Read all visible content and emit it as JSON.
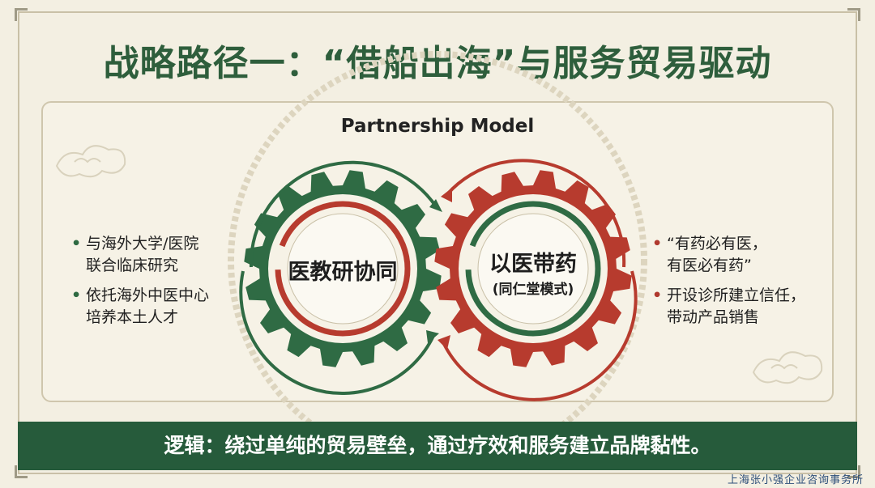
{
  "slide": {
    "title": "战略路径一：“借船出海”与服务贸易驱动",
    "subtitle": "Partnership Model"
  },
  "gears": {
    "left": {
      "label": "医教研协同",
      "color": "#2f6b44"
    },
    "right": {
      "label": "以医带药",
      "sublabel": "(同仁堂模式)",
      "color": "#b73b2e"
    }
  },
  "left_bullets": [
    {
      "text": "与海外大学/医院\n联合临床研究"
    },
    {
      "text": "依托海外中医中心\n培养本土人才"
    }
  ],
  "right_bullets": [
    {
      "text": "“有药必有医，\n有医必有药”"
    },
    {
      "text": "开设诊所建立信任，\n带动产品销售"
    }
  ],
  "banner": {
    "text": "逻辑：绕过单纯的贸易壁垒，通过疗效和服务建立品牌黏性。"
  },
  "watermark": "上海张小强企业咨询事务所",
  "colors": {
    "green": "#2f6b44",
    "red": "#b73b2e",
    "background": "#f3efe2",
    "banner": "#265b3b"
  }
}
